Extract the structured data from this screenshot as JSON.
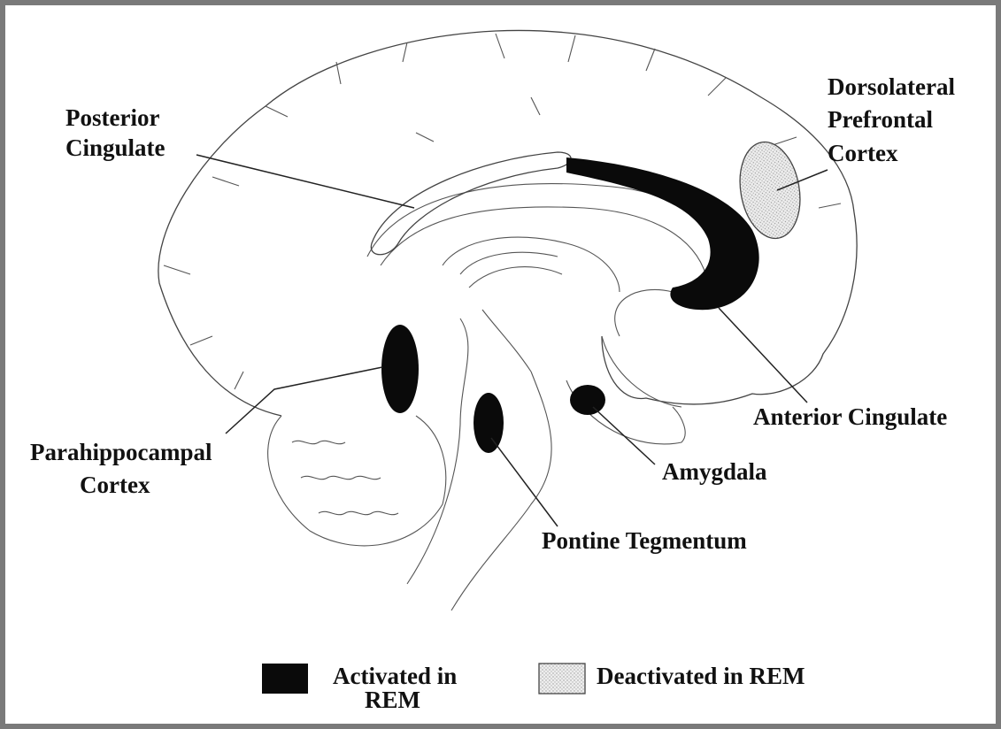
{
  "labels": {
    "posterior_cingulate": [
      "Posterior",
      "Cingulate"
    ],
    "dorsolateral_prefrontal": [
      "Dorsolateral",
      "Prefrontal",
      "Cortex"
    ],
    "anterior_cingulate": "Anterior Cingulate",
    "parahippocampal": [
      "Parahippocampal",
      "Cortex"
    ],
    "amygdala": "Amygdala",
    "pontine_tegmentum": "Pontine Tegmentum"
  },
  "legend": {
    "activated": [
      "Activated in",
      "REM"
    ],
    "deactivated": "Deactivated in REM"
  },
  "colors": {
    "activated": "#0a0a0a",
    "deactivated": "#e4e4e4",
    "border": "#7a7a7a"
  }
}
